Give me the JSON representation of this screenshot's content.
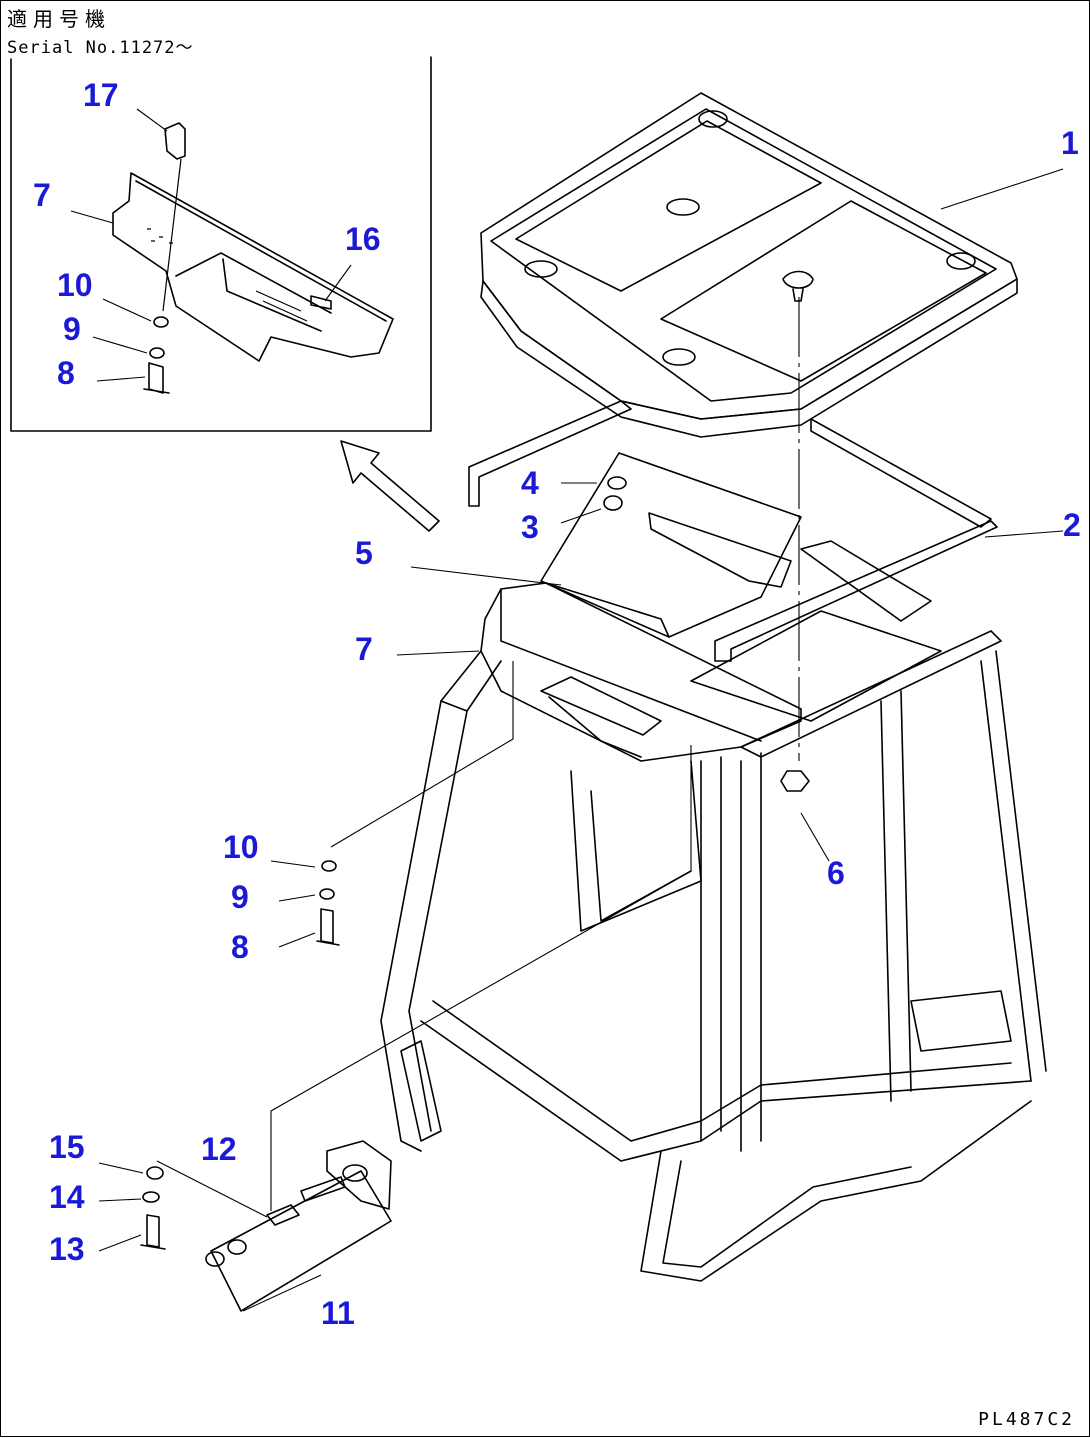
{
  "header": {
    "applicability": "適用号機",
    "serial": "Serial No.11272～"
  },
  "drawing_code": "PL487C2",
  "callouts": {
    "c1": "1",
    "c2": "2",
    "c3": "3",
    "c4": "4",
    "c5": "5",
    "c6": "6",
    "c7a": "7",
    "c7b": "7",
    "c8a": "8",
    "c8b": "8",
    "c9a": "9",
    "c9b": "9",
    "c10a": "10",
    "c10b": "10",
    "c11": "11",
    "c12": "12",
    "c13": "13",
    "c14": "14",
    "c15": "15",
    "c16": "16",
    "c17": "17"
  },
  "colors": {
    "callout": "#1a1ad6",
    "line": "#000000"
  }
}
